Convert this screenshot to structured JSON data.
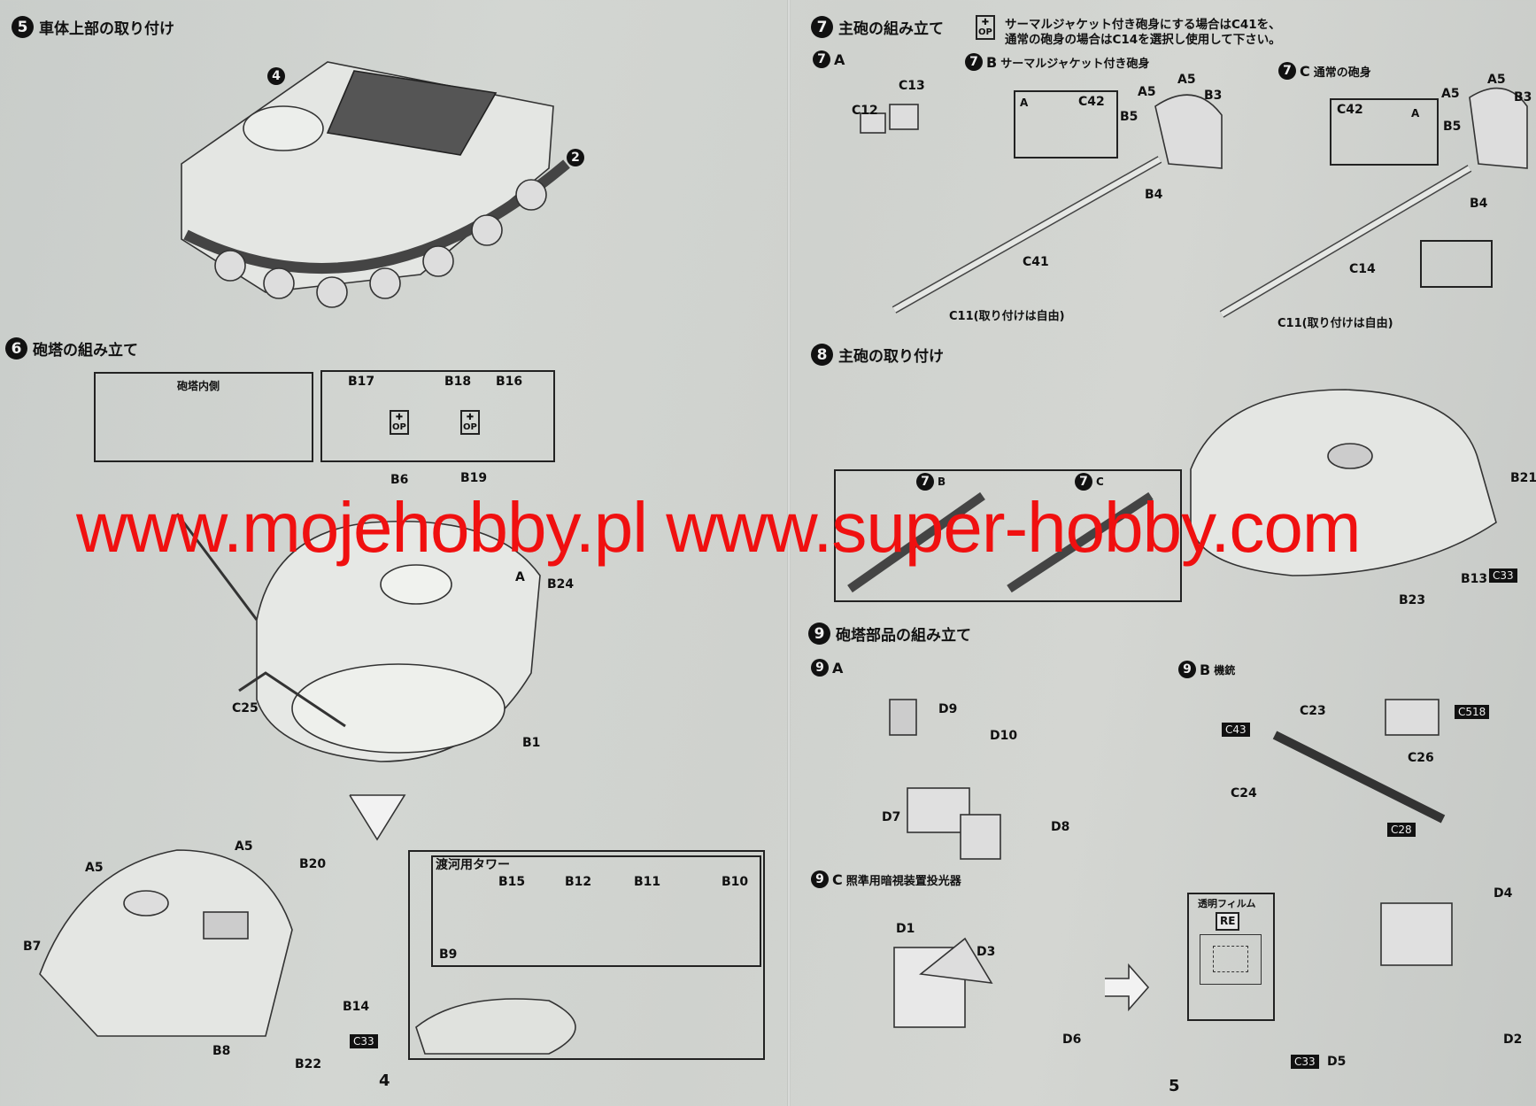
{
  "left_page": {
    "step5": {
      "number": "5",
      "title": "車体上部の取り付け",
      "callouts": [
        "4",
        "2"
      ]
    },
    "step6": {
      "number": "6",
      "title": "砲塔の組み立て",
      "inner_box_label": "砲塔内側",
      "labels": [
        "B17",
        "B18",
        "B16",
        "B19",
        "B6",
        "B24",
        "A",
        "C25",
        "B1",
        "A5",
        "A5",
        "B20",
        "B7",
        "B14",
        "B8",
        "B22"
      ],
      "black_labels": [
        "C33"
      ],
      "tower_box": {
        "title": "渡河用タワー",
        "labels": [
          "B15",
          "B12",
          "B11",
          "B10",
          "B9"
        ]
      }
    },
    "op_badge": {
      "top": "OP",
      "icon": "plus-arrow-icon"
    },
    "page_number": "4"
  },
  "right_page": {
    "step7": {
      "number": "7",
      "title": "主砲の組み立て",
      "note_line1": "サーマルジャケット付き砲身にする場合はC41を、",
      "note_line2": "通常の砲身の場合はC14を選択し使用して下さい。",
      "sub_a": {
        "label": "A",
        "parts": [
          "C13",
          "C12"
        ]
      },
      "sub_b": {
        "label": "B",
        "title": "サーマルジャケット付き砲身",
        "ref": "A",
        "parts": [
          "C42",
          "A5",
          "A5",
          "B3",
          "B5",
          "B4",
          "C41"
        ],
        "c11": "C11(取り付けは自由)"
      },
      "sub_c": {
        "label": "C",
        "title": "通常の砲身",
        "ref": "A",
        "parts": [
          "C42",
          "A5",
          "A5",
          "B3",
          "B5",
          "B4",
          "C14"
        ],
        "c11": "C11(取り付けは自由)"
      }
    },
    "step8": {
      "number": "8",
      "title": "主砲の取り付け",
      "refs": [
        "B",
        "C"
      ],
      "labels": [
        "B21",
        "B13",
        "B23"
      ],
      "black_labels": [
        "C33"
      ]
    },
    "step9": {
      "number": "9",
      "title": "砲塔部品の組み立て",
      "sub_a": {
        "label": "A",
        "parts": [
          "D9",
          "D10",
          "D7",
          "D8"
        ]
      },
      "sub_b": {
        "label": "B",
        "title": "機銃",
        "parts": [
          "C23",
          "C26",
          "C24"
        ],
        "black_parts": [
          "C518",
          "C43",
          "C28"
        ]
      },
      "sub_c": {
        "label": "C",
        "title": "照準用暗視装置投光器",
        "parts": [
          "D1",
          "D3",
          "D6",
          "D4",
          "D2",
          "D5"
        ],
        "black_parts": [
          "C33"
        ],
        "film_box": {
          "title": "透明フィルム",
          "code": "RE"
        }
      }
    },
    "page_number": "5"
  },
  "watermark": "www.mojehobby.pl www.super-hobby.com"
}
